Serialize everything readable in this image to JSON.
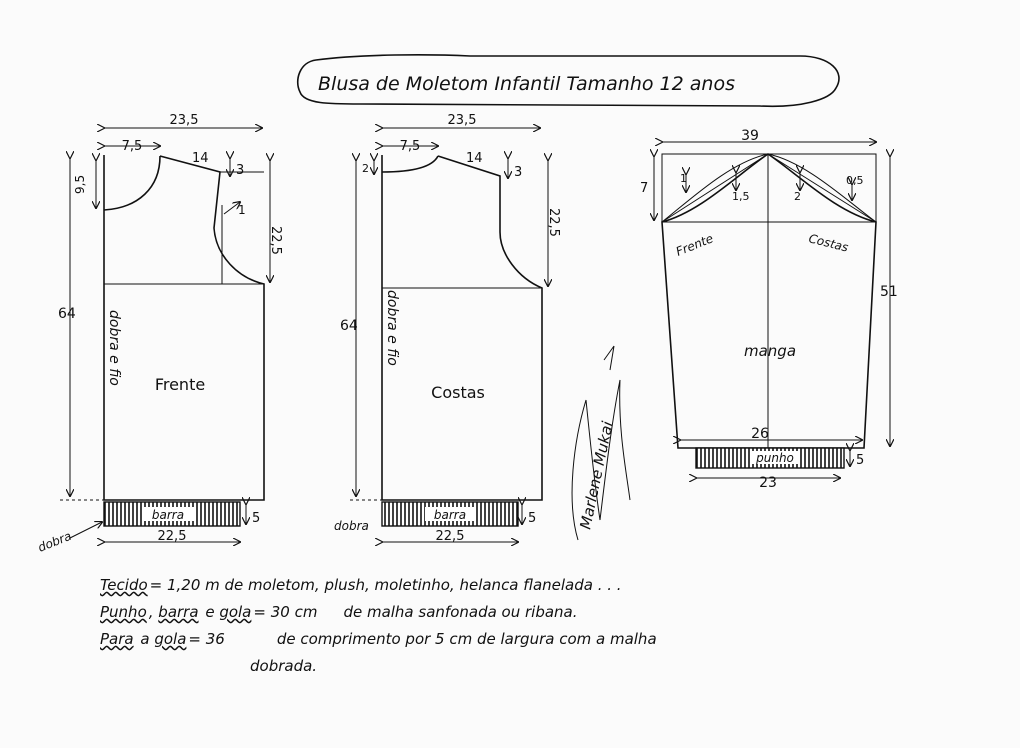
{
  "title": "Blusa de Moletom Infantil Tamanho 12 anos",
  "front": {
    "label": "Frente",
    "fold_text": "dobra e fio",
    "barra": "barra",
    "dobra": "dobra",
    "dims": {
      "width_top": "23,5",
      "neck_w": "7,5",
      "shoulder": "14",
      "shoulder_drop": "3",
      "neck_depth": "9,5",
      "armhole_depth": "22,5",
      "armhole_curve": "1",
      "length": "64",
      "hem_width": "22,5",
      "band": "5"
    }
  },
  "back": {
    "label": "Costas",
    "fold_text": "dobra e fio",
    "barra": "barra",
    "dobra": "dobra",
    "dims": {
      "width_top": "23,5",
      "neck_w": "7,5",
      "shoulder": "14",
      "shoulder_drop": "3",
      "neck_depth": "2",
      "armhole_depth": "22,5",
      "length": "64",
      "hem_width": "22,5",
      "band": "5"
    }
  },
  "sleeve": {
    "label": "manga",
    "front": "Frente",
    "back": "Costas",
    "punho": "punho",
    "dims": {
      "top_width": "39",
      "cap_height": "7",
      "curve_a": "1",
      "curve_b": "1,5",
      "curve_c": "2",
      "curve_d": "0,5",
      "length": "51",
      "bottom_width": "26",
      "cuff_width": "23",
      "cuff_band": "5"
    }
  },
  "signature": "Marlene Mukai",
  "notes": {
    "tecido_key": "Tecido",
    "tecido_text": "= 1,20 m de moletom, plush, moletinho, helanca flanelada . . .",
    "punho_key": "Punho",
    "barra_key": "barra",
    "gola_key": "gola",
    "punho_text": "= 30 cm",
    "malha_text": "de malha sanfonada ou ribana.",
    "para_key": "Para",
    "gola2_key": "gola",
    "gola_text": "= 36",
    "comprimento_text": "de comprimento por 5 cm de largura com a malha",
    "dobrada_text": "dobrada."
  }
}
